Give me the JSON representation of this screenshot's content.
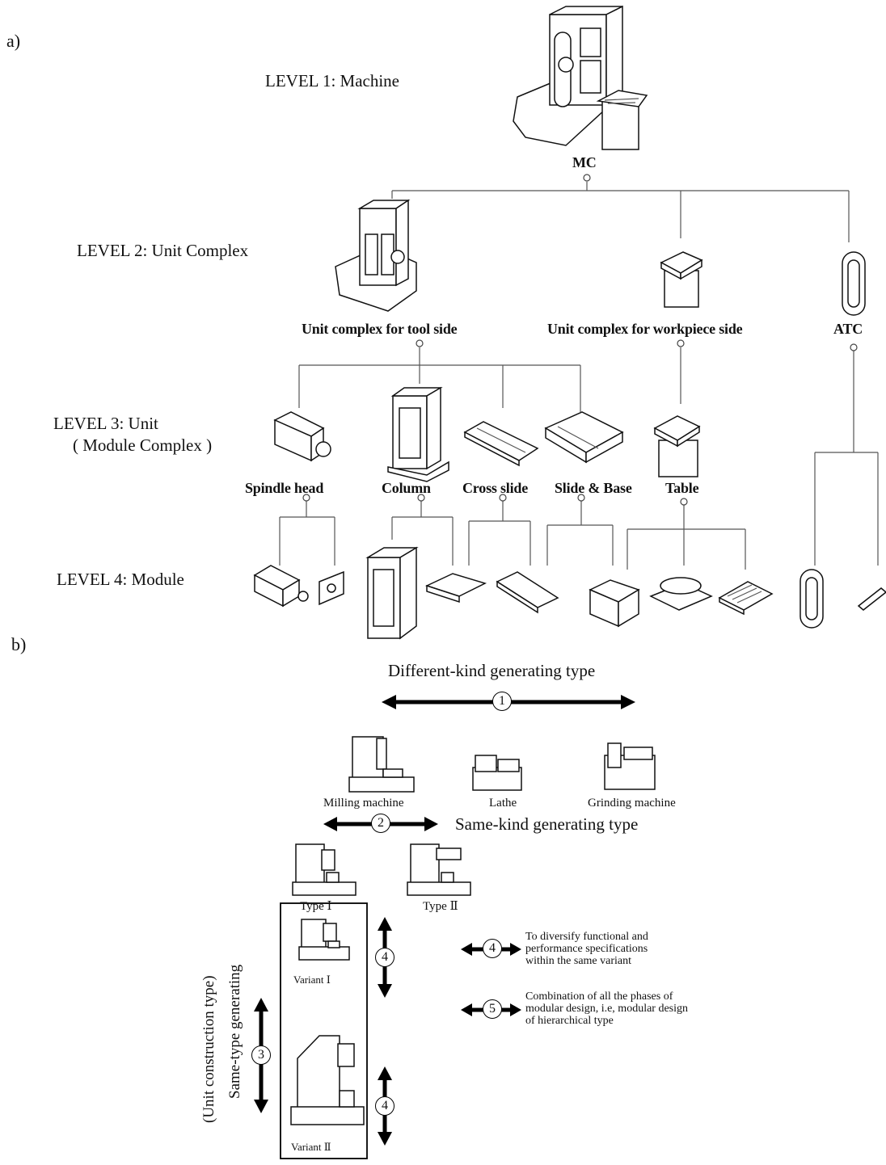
{
  "part_a": {
    "label": "a)",
    "levels": [
      "LEVEL 1: Machine",
      "LEVEL 2: Unit  Complex",
      "LEVEL 3: Unit",
      "( Module  Complex )",
      "LEVEL 4: Module"
    ],
    "nodes": {
      "mc": "MC",
      "tool_side": "Unit complex for tool side",
      "workpiece_side": "Unit complex for workpiece side",
      "atc": "ATC",
      "spindle_head": "Spindle head",
      "column": "Column",
      "cross_slide": "Cross slide",
      "slide_base": "Slide & Base",
      "table": "Table"
    }
  },
  "part_b": {
    "label": "b)",
    "different_kind": "Different-kind generating type",
    "same_kind": "Same-kind generating type",
    "machines": [
      "Milling machine",
      "Lathe",
      "Grinding machine"
    ],
    "types": [
      "Type Ⅰ",
      "Type Ⅱ"
    ],
    "variants": [
      "Variant Ⅰ",
      "Variant Ⅱ"
    ],
    "vertical_label_1": "(Unit construction type)",
    "vertical_label_2": "Same-type  generating",
    "numbers": [
      "1",
      "2",
      "3",
      "4",
      "5"
    ],
    "legend_4": [
      "To diversify functional and",
      "performance specifications",
      "within the same variant"
    ],
    "legend_5": [
      "Combination of all the phases of",
      "modular design, i.e, modular design",
      "of hierarchical type"
    ]
  }
}
